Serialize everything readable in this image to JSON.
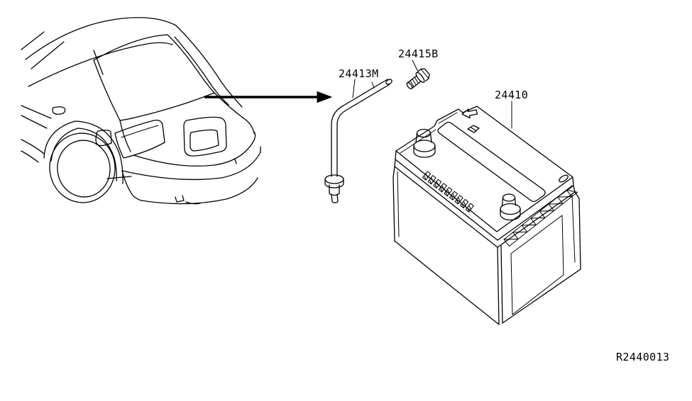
{
  "diagram": {
    "type": "parts-diagram",
    "background_color": "#ffffff",
    "line_color": "#000000",
    "parts": {
      "rod_label": "24413M",
      "bolt_label": "24415B",
      "battery_label": "24410"
    },
    "ref_code": "R2440013"
  }
}
